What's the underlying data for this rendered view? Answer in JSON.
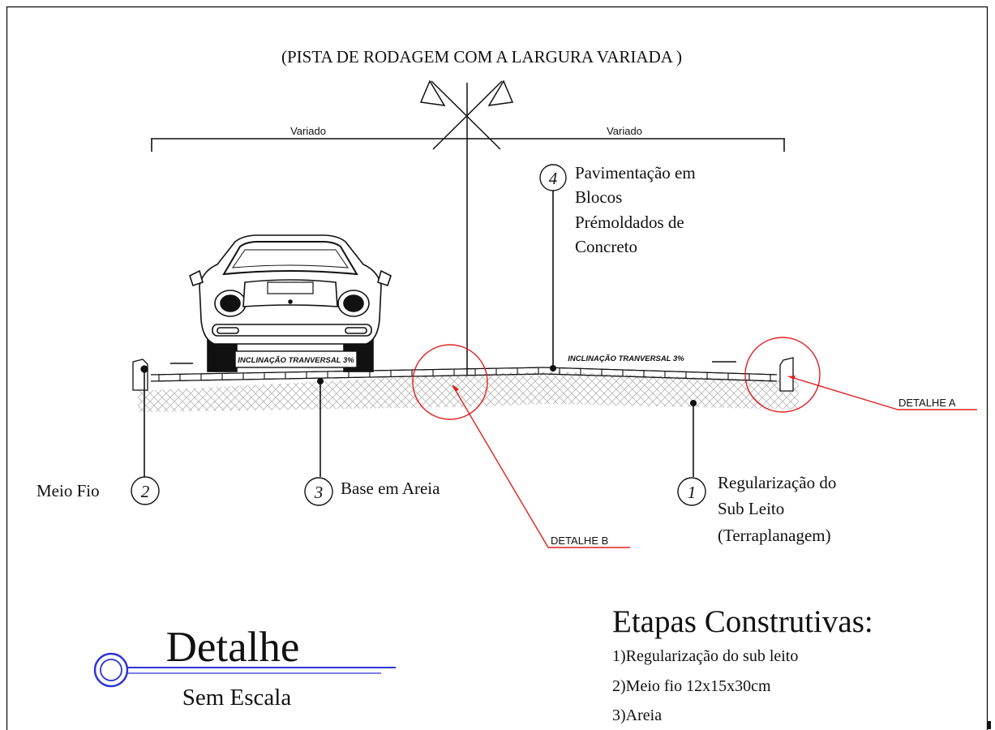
{
  "title": "(PISTA DE RODAGEM COM A LARGURA VARIADA )",
  "dimension": {
    "left": "Variado",
    "right": "Variado"
  },
  "inclination": {
    "left": "INCLINAÇÃO TRANVERSAL  3%",
    "right": "INCLINAÇÃO TRANVERSAL  3%"
  },
  "callouts": [
    {
      "number": "4",
      "lines": [
        "Pavimentação em",
        "Blocos",
        "Prémoldados de",
        "Concreto"
      ]
    },
    {
      "number": "2",
      "lines": [
        "Meio Fio"
      ]
    },
    {
      "number": "3",
      "lines": [
        "Base em Areia"
      ]
    },
    {
      "number": "1",
      "lines": [
        "Regularização do",
        "Sub Leito",
        "(Terraplanagem)"
      ]
    }
  ],
  "details": {
    "a": "DETALHE A",
    "b": "DETALHE B"
  },
  "title_block": {
    "title": "Detalhe",
    "subtitle": "Sem Escala"
  },
  "steps": {
    "heading": "Etapas Construtivas:",
    "items": [
      "1)Regularização do sub leito",
      "2)Meio fio 12x15x30cm",
      "3)Areia"
    ]
  },
  "colors": {
    "line": "#111111",
    "detail": "#e0201e",
    "title_block": "#2d34d6",
    "subgrade": "#b5b5b5"
  }
}
